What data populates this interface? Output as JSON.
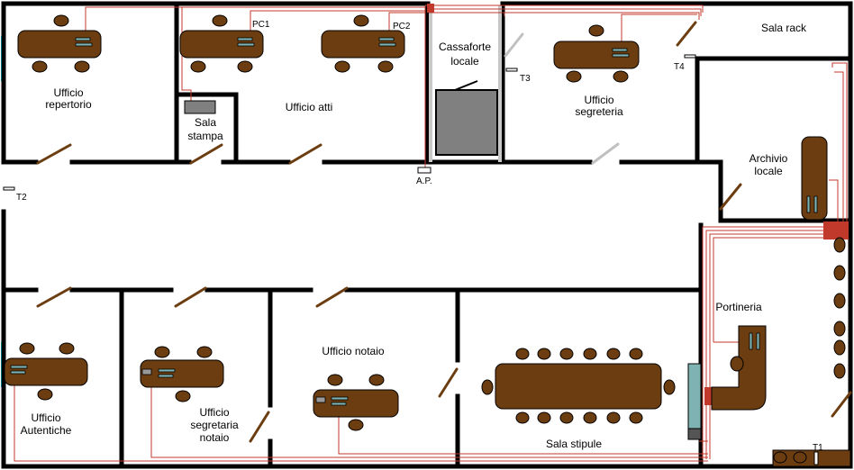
{
  "rooms": {
    "ufficio_repertorio": [
      "Ufficio",
      "repertorio"
    ],
    "sala_stampa": [
      "Sala",
      "stampa"
    ],
    "ufficio_atti": "Ufficio atti",
    "cassaforte_locale": [
      "Cassaforte",
      "locale"
    ],
    "ufficio_segreteria": [
      "Ufficio",
      "segreteria"
    ],
    "sala_rack": "Sala rack",
    "archivio_locale": [
      "Archivio",
      "locale"
    ],
    "portineria": "Portineria",
    "ufficio_autentiche": [
      "Ufficio",
      "Autentiche"
    ],
    "ufficio_segretaria_notaio": [
      "Ufficio",
      "segretaria",
      "notaio"
    ],
    "ufficio_notaio": "Ufficio notaio",
    "sala_stipule": "Sala stipule"
  },
  "devices": {
    "pc1": "PC1",
    "pc2": "PC2",
    "t1": "T1",
    "t2": "T2",
    "t3": "T3",
    "t4": "T4",
    "ap": "A.P."
  },
  "colors": {
    "wall": "#000000",
    "furniture": "#6b3d10",
    "cable": "#c0392b",
    "window": "#00e5ee",
    "safe": "#808080"
  }
}
